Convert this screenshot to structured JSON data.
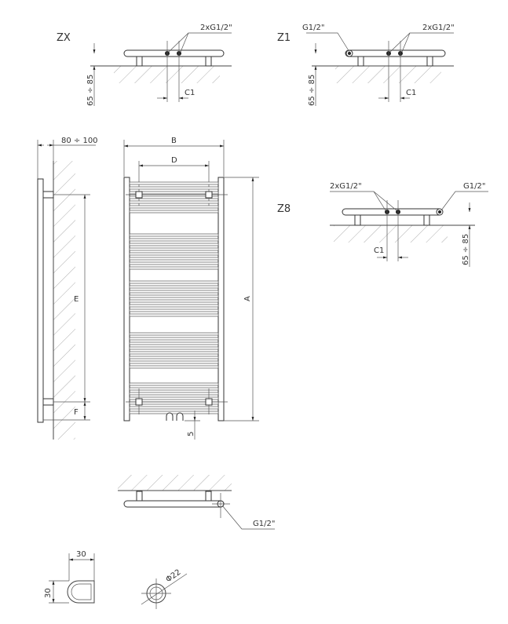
{
  "views": {
    "zx": {
      "title": "ZX",
      "connection_label": "2xG1/2\"",
      "distance_label": "65 ÷ 85",
      "c1_label": "C1"
    },
    "z1": {
      "title": "Z1",
      "side_label": "G1/2\"",
      "connection_label": "2xG1/2\"",
      "distance_label": "65 ÷ 85",
      "c1_label": "C1"
    },
    "z8": {
      "title": "Z8",
      "connection_label": "2xG1/2\"",
      "side_label": "G1/2\"",
      "distance_label": "65 ÷ 85",
      "c1_label": "C1"
    },
    "side": {
      "depth_label": "80 ÷ 100",
      "e_label": "E",
      "f_label": "F"
    },
    "front": {
      "b_label": "B",
      "d_label": "D",
      "a_label": "A",
      "bottom_label": "5"
    },
    "bottom": {
      "connection_label": "G1/2\""
    },
    "profile": {
      "width_label": "30",
      "height_label": "30"
    },
    "tube": {
      "diameter_label": "Φ22"
    }
  }
}
